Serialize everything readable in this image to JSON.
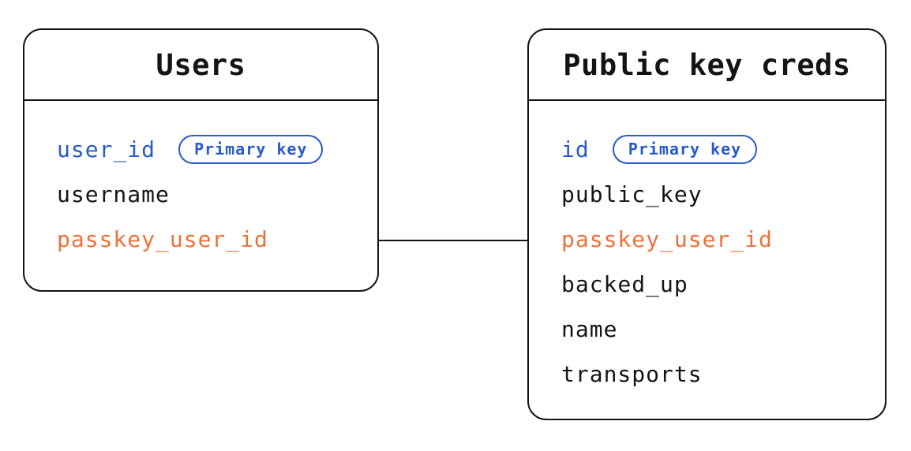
{
  "diagram": {
    "colors": {
      "primary_blue": "#2859CE",
      "foreign_orange": "#ED7139",
      "line_black": "#141414",
      "background": "#FFFFFF"
    },
    "tables": [
      {
        "title": "Users",
        "fields": [
          {
            "name": "user_id",
            "color": "blue",
            "badge": "Primary key"
          },
          {
            "name": "username",
            "color": "black"
          },
          {
            "name": "passkey_user_id",
            "color": "orange"
          }
        ]
      },
      {
        "title": "Public key creds",
        "fields": [
          {
            "name": "id",
            "color": "blue",
            "badge": "Primary key"
          },
          {
            "name": "public_key",
            "color": "black"
          },
          {
            "name": "passkey_user_id",
            "color": "orange"
          },
          {
            "name": "backed_up",
            "color": "black"
          },
          {
            "name": "name",
            "color": "black"
          },
          {
            "name": "transports",
            "color": "black"
          }
        ]
      }
    ],
    "relationship": {
      "from": "Users.passkey_user_id",
      "to": "Public key creds.passkey_user_id"
    }
  }
}
